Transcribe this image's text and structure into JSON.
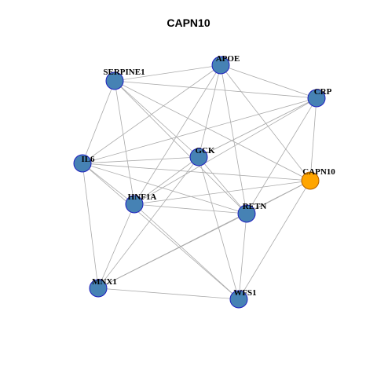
{
  "title": "CAPN10",
  "colors": {
    "node_fill": "#4682B4",
    "node_stroke": "#1F1FBF",
    "focus_fill": "#FFA500",
    "focus_stroke": "#B25E00",
    "edge": "#AAAAAA"
  },
  "graph": {
    "nodes": [
      {
        "id": "APOE",
        "label": "APOE",
        "focus": false
      },
      {
        "id": "SERPINE1",
        "label": "SERPINE1",
        "focus": false
      },
      {
        "id": "CRP",
        "label": "CRP",
        "focus": false
      },
      {
        "id": "GCK",
        "label": "GCK",
        "focus": false
      },
      {
        "id": "IL6",
        "label": "IL6",
        "focus": false
      },
      {
        "id": "CAPN10",
        "label": "CAPN10",
        "focus": true
      },
      {
        "id": "HNF1A",
        "label": "HNF1A",
        "focus": false
      },
      {
        "id": "RETN",
        "label": "RETN",
        "focus": false
      },
      {
        "id": "MNX1",
        "label": "MNX1",
        "focus": false
      },
      {
        "id": "WFS1",
        "label": "WFS1",
        "focus": false
      }
    ],
    "edges": [
      [
        "APOE",
        "SERPINE1"
      ],
      [
        "APOE",
        "CRP"
      ],
      [
        "APOE",
        "GCK"
      ],
      [
        "APOE",
        "IL6"
      ],
      [
        "APOE",
        "HNF1A"
      ],
      [
        "APOE",
        "RETN"
      ],
      [
        "APOE",
        "CAPN10"
      ],
      [
        "SERPINE1",
        "CRP"
      ],
      [
        "SERPINE1",
        "IL6"
      ],
      [
        "SERPINE1",
        "GCK"
      ],
      [
        "SERPINE1",
        "RETN"
      ],
      [
        "SERPINE1",
        "HNF1A"
      ],
      [
        "SERPINE1",
        "CAPN10"
      ],
      [
        "CRP",
        "IL6"
      ],
      [
        "CRP",
        "GCK"
      ],
      [
        "CRP",
        "HNF1A"
      ],
      [
        "CRP",
        "RETN"
      ],
      [
        "CRP",
        "CAPN10"
      ],
      [
        "GCK",
        "IL6"
      ],
      [
        "GCK",
        "RETN"
      ],
      [
        "GCK",
        "MNX1"
      ],
      [
        "GCK",
        "WFS1"
      ],
      [
        "GCK",
        "HNF1A"
      ],
      [
        "IL6",
        "CAPN10"
      ],
      [
        "IL6",
        "HNF1A"
      ],
      [
        "IL6",
        "RETN"
      ],
      [
        "IL6",
        "MNX1"
      ],
      [
        "IL6",
        "WFS1"
      ],
      [
        "HNF1A",
        "CAPN10"
      ],
      [
        "HNF1A",
        "RETN"
      ],
      [
        "HNF1A",
        "MNX1"
      ],
      [
        "HNF1A",
        "WFS1"
      ],
      [
        "RETN",
        "CAPN10"
      ],
      [
        "RETN",
        "MNX1"
      ],
      [
        "RETN",
        "WFS1"
      ],
      [
        "CAPN10",
        "WFS1"
      ],
      [
        "CAPN10",
        "MNX1"
      ],
      [
        "MNX1",
        "WFS1"
      ]
    ]
  }
}
